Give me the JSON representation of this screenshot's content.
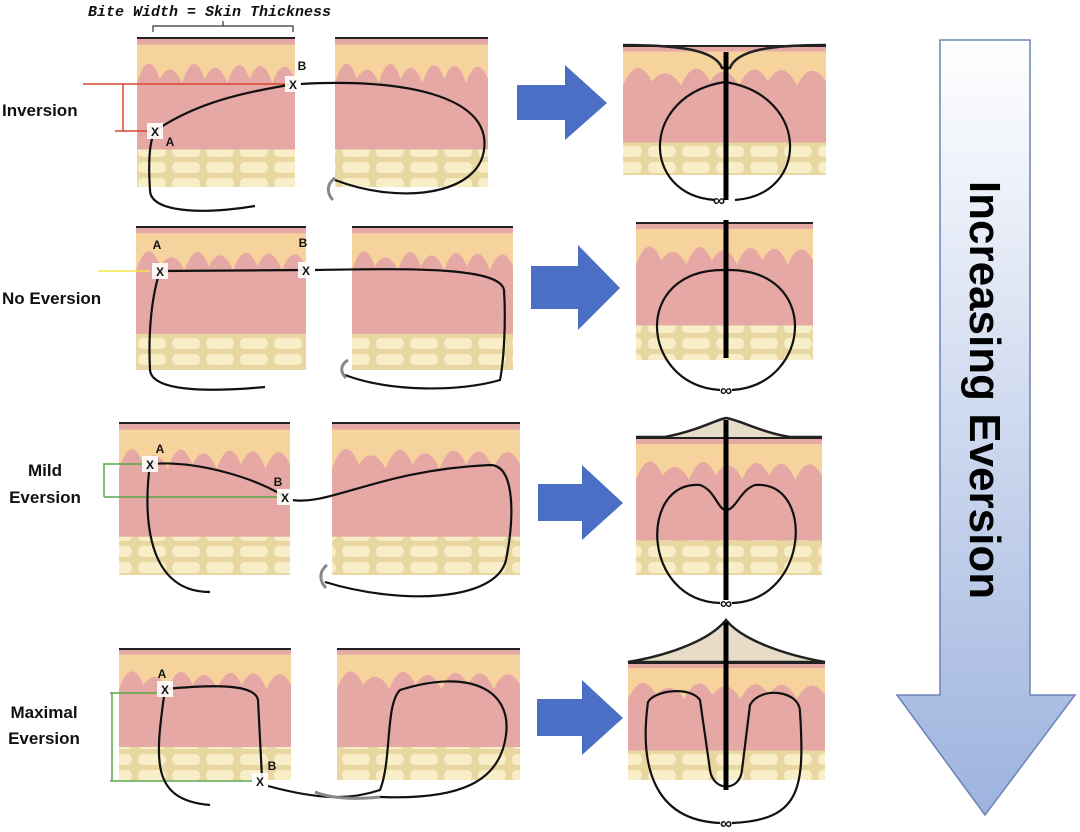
{
  "title": "Bite Width = Skin Thickness",
  "rows": [
    {
      "label_lines": [
        "Inversion"
      ],
      "point_a": "A",
      "point_b": "B",
      "marker": "X"
    },
    {
      "label_lines": [
        "No Eversion"
      ],
      "point_a": "A",
      "point_b": "B",
      "marker": "X"
    },
    {
      "label_lines": [
        "Mild",
        "Eversion"
      ],
      "point_a": "A",
      "point_b": "B",
      "marker": "X"
    },
    {
      "label_lines": [
        "Maximal",
        "Eversion"
      ],
      "point_a": "A",
      "point_b": "B",
      "marker": "X"
    }
  ],
  "big_arrow_label": "Increasing Eversion",
  "knot_symbol": "∞",
  "colors": {
    "epidermis": "#f6d39c",
    "dermis": "#e6a8a4",
    "fat": "#efe2b0",
    "fat_cell": "#f8efc8",
    "arrow_blue": "#4a6fc4",
    "big_arrow_top": "#ffffff",
    "big_arrow_bottom": "#9db3de"
  }
}
